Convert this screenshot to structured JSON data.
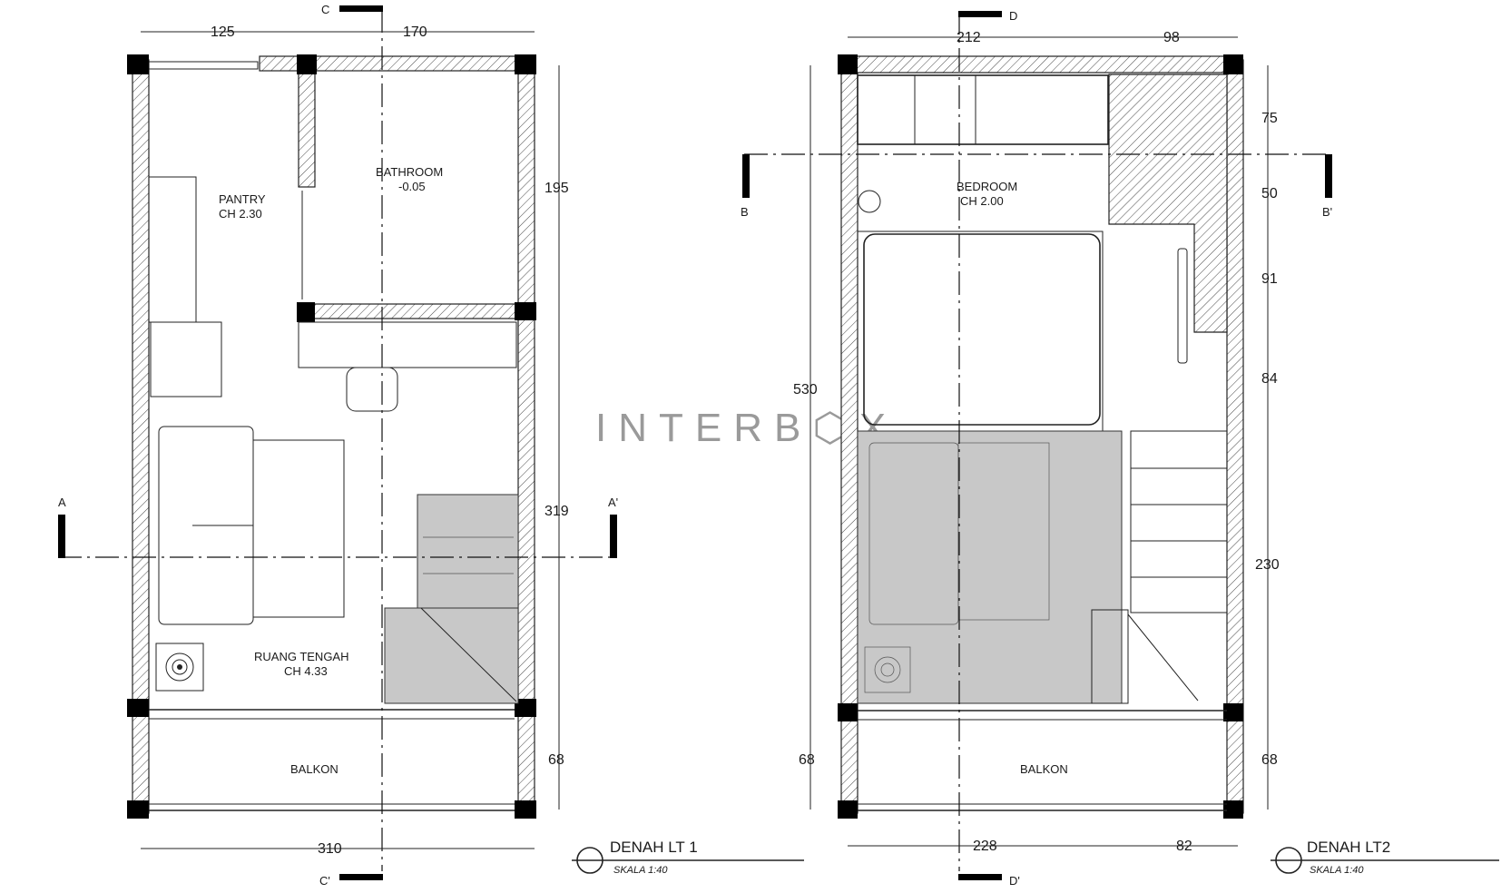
{
  "watermark": "INTERB⬡X",
  "plan_lt1": {
    "title": "DENAH LT 1",
    "scale": "SKALA 1:40",
    "top_dims": [
      "125",
      "170"
    ],
    "bottom_dim": "310",
    "right_dims": [
      "195",
      "319",
      "68"
    ],
    "cut_top": "C",
    "cut_bottom": "C'",
    "cut_left": "A",
    "cut_right": "A'",
    "rooms": {
      "pantry_name": "PANTRY",
      "pantry_ch": "CH 2.30",
      "bath_name": "BATHROOM",
      "bath_level": "-0.05",
      "living_name": "RUANG TENGAH",
      "living_ch": "CH 4.33",
      "balcony": "BALKON"
    }
  },
  "plan_lt2": {
    "title": "DENAH LT2",
    "scale": "SKALA 1:40",
    "top_dims": [
      "212",
      "98"
    ],
    "bottom_dims": [
      "228",
      "82"
    ],
    "left_dims": [
      "530",
      "68"
    ],
    "right_dims": [
      "75",
      "50",
      "91",
      "84",
      "230",
      "68"
    ],
    "cut_top": "D",
    "cut_bottom": "D'",
    "cut_left": "B",
    "cut_right": "B'",
    "rooms": {
      "bedroom_name": "BEDROOM",
      "bedroom_ch": "CH 2.00",
      "balcony": "BALKON"
    }
  }
}
